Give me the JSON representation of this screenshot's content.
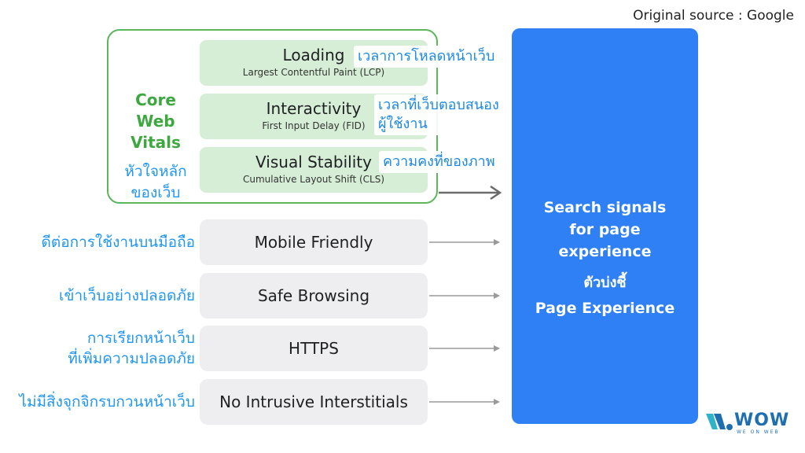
{
  "source": "Original source : Google",
  "core_web_vitals": {
    "title_lines": [
      "Core",
      "Web",
      "Vitals"
    ],
    "thai_lines": [
      "หัวใจหลัก",
      "ของเว็บ"
    ],
    "metrics": [
      {
        "name": "Loading",
        "sub": "Largest Contentful Paint (LCP)",
        "callout": [
          "เวลาการโหลดหน้าเว็บ"
        ]
      },
      {
        "name": "Interactivity",
        "sub": "First Input Delay (FID)",
        "callout": [
          "เวลาที่เว็บตอบสนอง",
          "ผู้ใช้งาน"
        ]
      },
      {
        "name": "Visual Stability",
        "sub": "Cumulative Layout Shift (CLS)",
        "callout": [
          "ความคงที่ของภาพ"
        ]
      }
    ]
  },
  "signals": [
    {
      "name": "Mobile Friendly",
      "label": [
        "ดีต่อการใช้งานบนมือถือ"
      ]
    },
    {
      "name": "Safe Browsing",
      "label": [
        "เข้าเว็บอย่างปลอดภัย"
      ]
    },
    {
      "name": "HTTPS",
      "label": [
        "การเรียกหน้าเว็บ",
        "ที่เพิ่มความปลอดภัย"
      ]
    },
    {
      "name": "No Intrusive Interstitials",
      "label": [
        "ไม่มีสิ่งจุกจิกรบกวนหน้าเว็บ"
      ]
    }
  ],
  "panel": {
    "english_lines": [
      "Search signals",
      "for page",
      "experience"
    ],
    "thai": "ตัวบ่งชี้",
    "english2": "Page Experience"
  },
  "logo": {
    "name": "WOW",
    "sub": "WE ON WEB"
  },
  "colors": {
    "green": "#5cb65d",
    "blue_panel": "#2f80f5",
    "thai_text": "#2196f3"
  }
}
